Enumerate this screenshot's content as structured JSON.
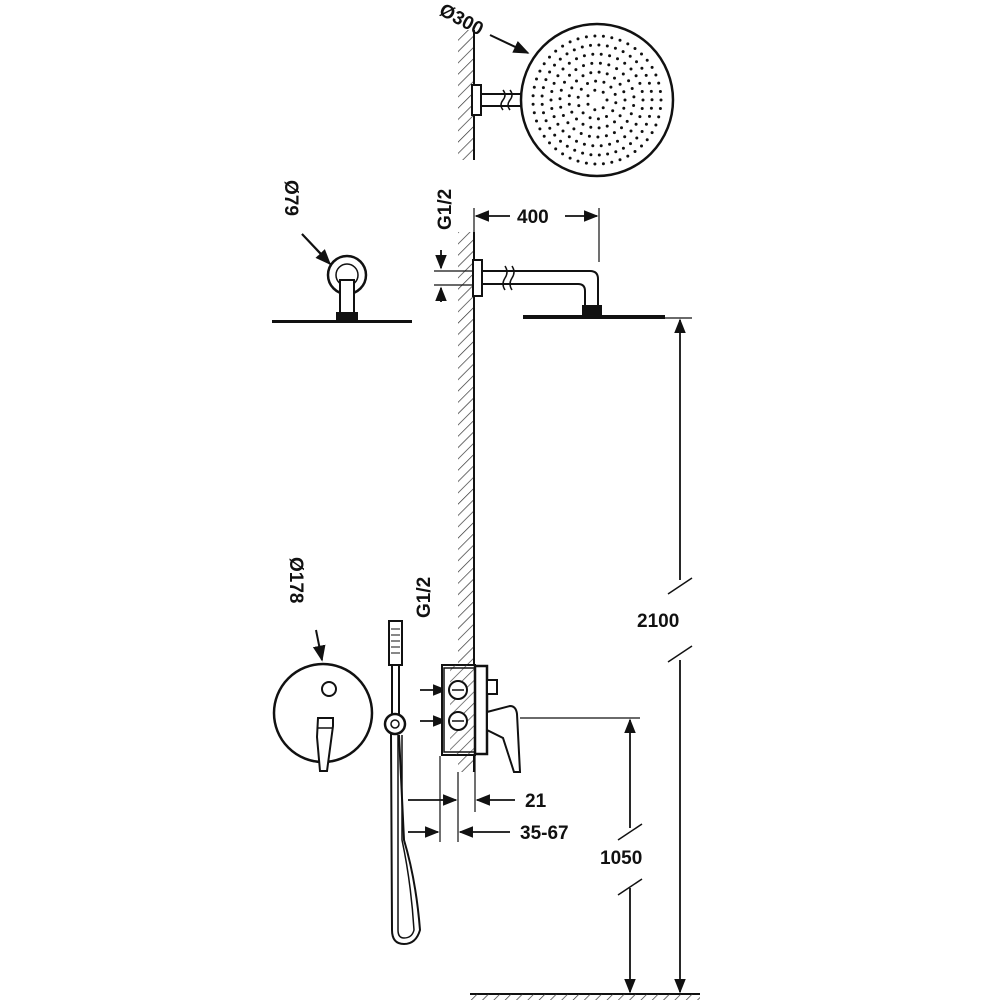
{
  "dimensions": {
    "shower_head_diameter": "Ø300",
    "wall_flange_diameter": "Ø79",
    "arm_thread": "G1/2",
    "arm_length": "400",
    "head_height": "2100",
    "mixer_plate_diameter": "Ø178",
    "mixer_thread": "G1/2",
    "plate_offset": "21",
    "embed_depth": "35-67",
    "mixer_height": "1050"
  },
  "colors": {
    "line": "#111111",
    "background": "#ffffff"
  }
}
